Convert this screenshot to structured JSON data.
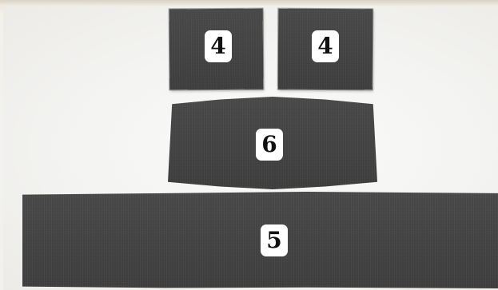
{
  "pieces": [
    {
      "label": "4"
    },
    {
      "label": "4"
    },
    {
      "label": "6"
    },
    {
      "label": "5"
    }
  ],
  "colors": {
    "fabric": "#444444",
    "label_background": "#ffffff",
    "label_text": "#111111",
    "backdrop": "#f3f3f1"
  }
}
